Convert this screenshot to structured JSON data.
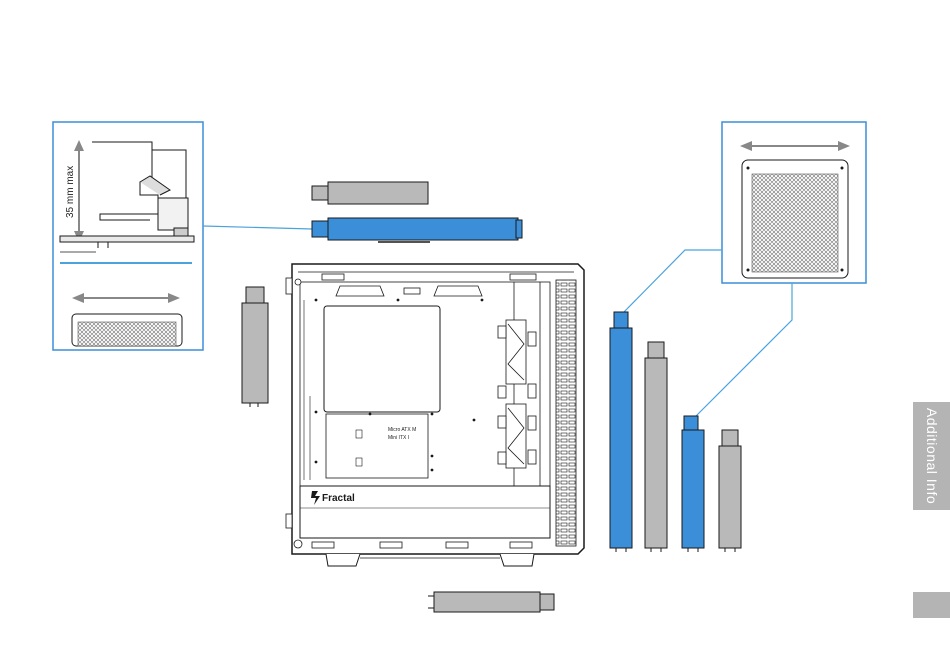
{
  "labels": {
    "clearance": "35 mm max",
    "brand": "Fractal",
    "mb_line1": "Micro ATX M",
    "mb_line2": "Mini ITX  I",
    "side_tab": "Additional Info"
  },
  "colors": {
    "accent": "#3a8fd8",
    "accent_line": "#4aa3dd",
    "radiator_gray": "#b9b9b9",
    "outline": "#1a1a1a",
    "tab_gray": "#b4b4b4"
  },
  "icons": {
    "brand_logo": "fractal-f-logo"
  }
}
